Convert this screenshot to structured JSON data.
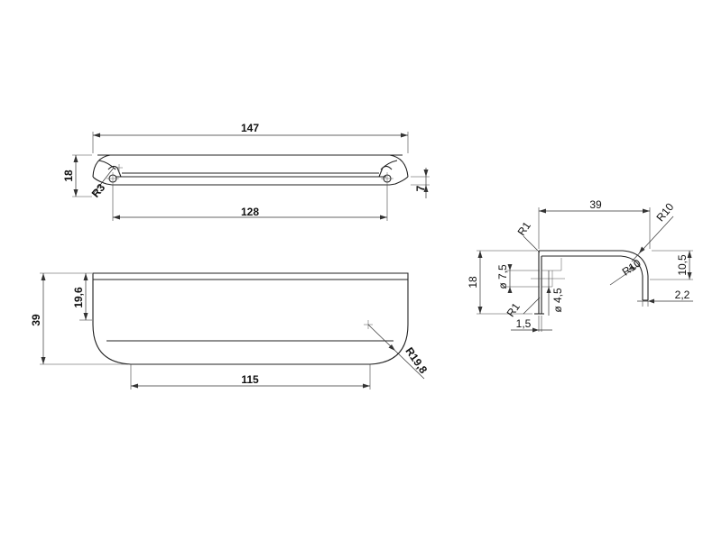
{
  "top_view": {
    "width_label": "147",
    "height_label": "18",
    "radius_label": "R3",
    "hole_spacing_label": "128",
    "depth_label": "7"
  },
  "front_view": {
    "height_label": "39",
    "inner_height_label": "19,6",
    "base_length_label": "115",
    "radius_label": "R19,8"
  },
  "section_view": {
    "depth_label": "39",
    "height_label": "18",
    "hole_dia_label": "ø 7,5",
    "thread_dia_label": "ø 4,5",
    "r1_top_label": "R1",
    "r1_bottom_label": "R1",
    "r10_outer_label": "R10",
    "r10_inner_label": "R10",
    "height_right_label": "10,5",
    "thickness_label": "2,2",
    "offset_label": "1,5"
  }
}
